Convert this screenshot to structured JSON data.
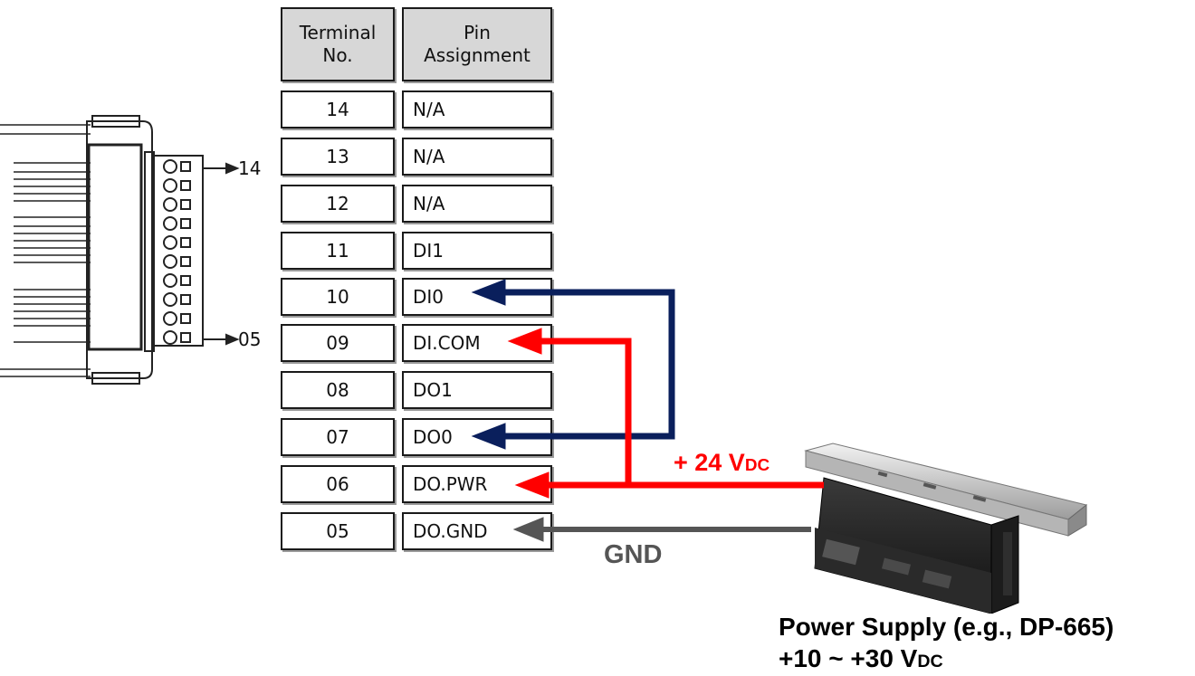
{
  "table": {
    "header_terminal": [
      "Terminal",
      "No."
    ],
    "header_pin": [
      "Pin",
      "Assignment"
    ],
    "rows": [
      {
        "terminal": "14",
        "pin": "N/A"
      },
      {
        "terminal": "13",
        "pin": "N/A"
      },
      {
        "terminal": "12",
        "pin": "N/A"
      },
      {
        "terminal": "11",
        "pin": "DI1"
      },
      {
        "terminal": "10",
        "pin": "DI0"
      },
      {
        "terminal": "09",
        "pin": "DI.COM"
      },
      {
        "terminal": "08",
        "pin": "DO1"
      },
      {
        "terminal": "07",
        "pin": "DO0"
      },
      {
        "terminal": "06",
        "pin": "DO.PWR"
      },
      {
        "terminal": "05",
        "pin": "DO.GND"
      }
    ]
  },
  "connector": {
    "top_label": "14",
    "bottom_label": "05"
  },
  "wires": {
    "vdc_label_main": "+ 24 V",
    "vdc_label_sub": "DC",
    "gnd_label": "GND",
    "colors": {
      "positive": "#ff0000",
      "signal": "#0a1f5c",
      "ground": "#555555"
    }
  },
  "power_supply": {
    "name_line": "Power Supply (e.g., DP-665)",
    "range_main": "+10 ~ +30 V",
    "range_sub": "DC"
  }
}
